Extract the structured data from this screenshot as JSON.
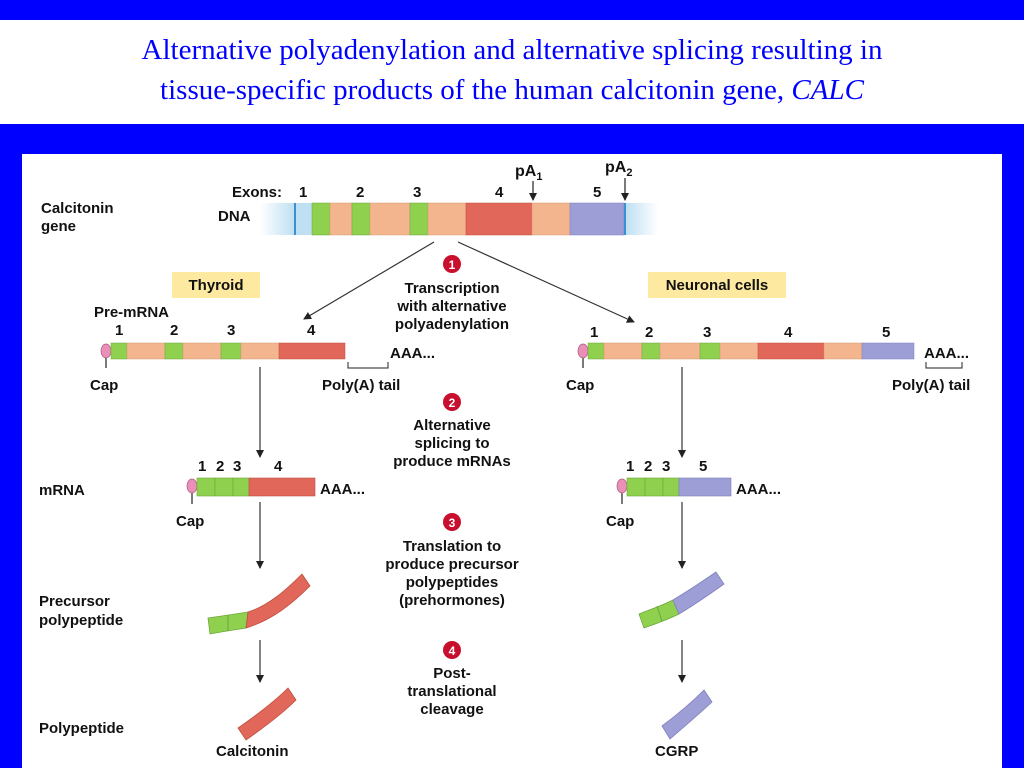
{
  "title": {
    "line1": "Alternative polyadenylation and alternative splicing resulting in",
    "line2_prefix": "tissue-specific products of the human calcitonin gene, ",
    "line2_gene": "CALC"
  },
  "colors": {
    "background": "#0000ff",
    "title_text": "#0000ff",
    "exon_green": "#8fd14f",
    "exon_salmon": "#f2b58d",
    "exon4_red": "#e0675a",
    "exon5_purple": "#9e9ed6",
    "dna_blue": "#bfe0f2",
    "tag_yellow": "#fde9a0",
    "step_circle": "#c8102e",
    "cap_pink": "#e98fb8"
  },
  "gene": {
    "label_line1": "Calcitonin",
    "label_line2": "gene",
    "dna_label": "DNA",
    "exons_label": "Exons:",
    "exon_numbers": [
      "1",
      "2",
      "3",
      "4",
      "5"
    ],
    "pa1": "pA",
    "pa1_sub": "1",
    "pa2": "pA",
    "pa2_sub": "2"
  },
  "tissues": {
    "left": "Thyroid",
    "right": "Neuronal cells"
  },
  "steps": [
    {
      "number": "1",
      "lines": [
        "Transcription",
        "with alternative",
        "polyadenylation"
      ]
    },
    {
      "number": "2",
      "lines": [
        "Alternative",
        "splicing to",
        "produce mRNAs"
      ]
    },
    {
      "number": "3",
      "lines": [
        "Translation to",
        "produce precursor",
        "polypeptides",
        "(prehormones)"
      ]
    },
    {
      "number": "4",
      "lines": [
        "Post-",
        "translational",
        "cleavage"
      ]
    }
  ],
  "premrna": {
    "label": "Pre-mRNA",
    "left_numbers": [
      "1",
      "2",
      "3",
      "4"
    ],
    "right_numbers": [
      "1",
      "2",
      "3",
      "4",
      "5"
    ],
    "cap": "Cap",
    "polya_tail": "Poly(A) tail",
    "aaa": "AAA..."
  },
  "mrna": {
    "label": "mRNA",
    "left_numbers": [
      "1",
      "2",
      "3",
      "4"
    ],
    "right_numbers": [
      "1",
      "2",
      "3",
      "5"
    ],
    "cap": "Cap",
    "aaa": "AAA..."
  },
  "precursor": {
    "label_line1": "Precursor",
    "label_line2": "polypeptide"
  },
  "polypeptide": {
    "label": "Polypeptide",
    "left_product": "Calcitonin",
    "right_product": "CGRP"
  }
}
